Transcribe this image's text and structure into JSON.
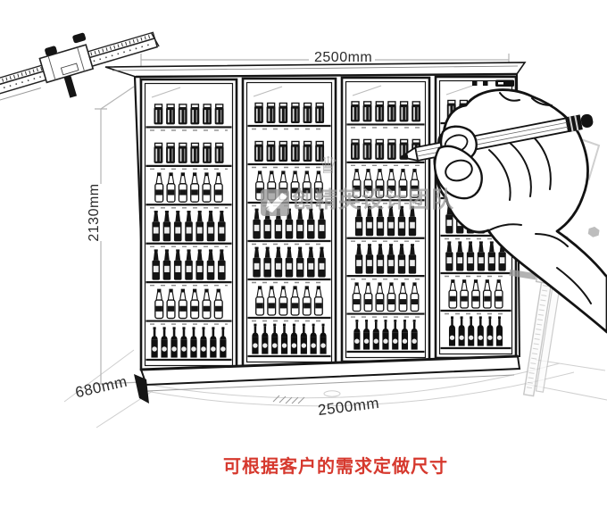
{
  "figure": {
    "kind": "product dimension line-drawing",
    "subject": "four-door beverage display cooler sketched with hand holding pencil and vernier caliper"
  },
  "dimensions": {
    "width_top": "2500mm",
    "height_left": "2130mm",
    "depth_front": "680mm",
    "width_bottom": "2500mm"
  },
  "note": {
    "text": "可根据客户的需求定做尺寸",
    "color": "#d6392e"
  },
  "watermark": {
    "text": "创精英设计团队",
    "crown_glyph": "♛",
    "logo": "slash-square-logo"
  },
  "cooler": {
    "doors": 4,
    "shelves_per_door": 7,
    "shelf_contents": [
      "cans",
      "cans",
      "light-bottles",
      "dark-bottles",
      "dark-bottles",
      "light-bottles",
      "beer-bottles"
    ],
    "indicator_lights": 2,
    "display_panel": 1
  },
  "colors": {
    "line": "#161616",
    "dim_line": "#b5b5b5",
    "note_red": "#d6392e",
    "watermark_gray": "#9a9a9a",
    "background": "#ffffff"
  }
}
